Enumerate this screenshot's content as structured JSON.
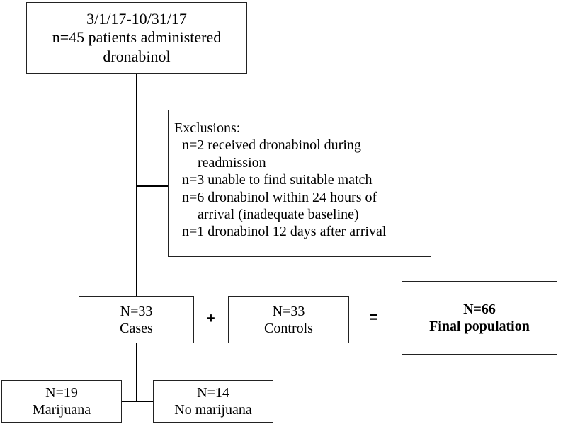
{
  "top_box": {
    "line1": "3/1/17-10/31/17",
    "line2": "n=45 patients administered",
    "line3": "dronabinol"
  },
  "exclusions_box": {
    "heading": "Exclusions:",
    "items": [
      "n=2 received dronabinol during",
      "readmission",
      "n=3 unable to find suitable match",
      "n=6 dronabinol within 24 hours of",
      "arrival (inadequate baseline)",
      "n=1 dronabinol 12 days after arrival"
    ]
  },
  "cases_box": {
    "count": "N=33",
    "label": "Cases"
  },
  "controls_box": {
    "count": "N=33",
    "label": "Controls"
  },
  "final_box": {
    "count": "N=66",
    "label": "Final population"
  },
  "marijuana_box": {
    "count": "N=19",
    "label": "Marijuana"
  },
  "no_marijuana_box": {
    "count": "N=14",
    "label": "No marijuana"
  },
  "operators": {
    "plus": "+",
    "equals": "="
  }
}
